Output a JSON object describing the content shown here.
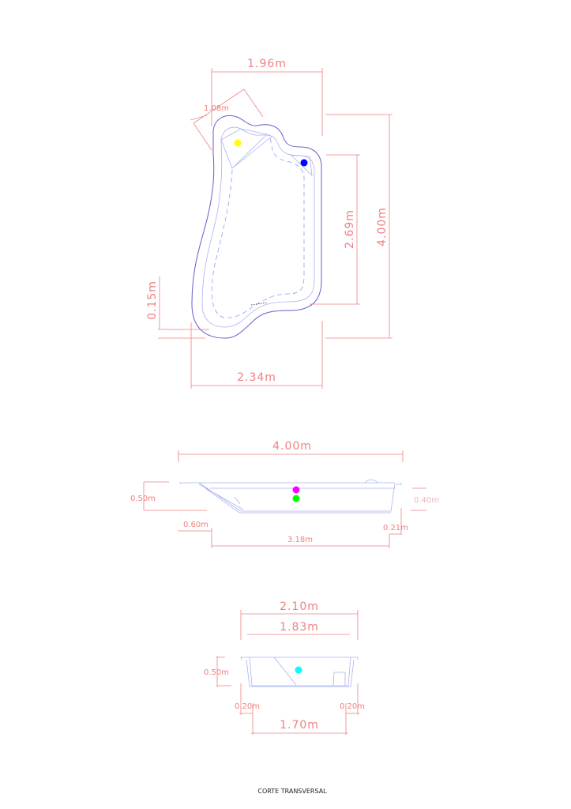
{
  "plan_view": {
    "width_top": "1.96m",
    "step_width": "1.08m",
    "length_total": "4.00m",
    "length_inner": "2.69m",
    "width_bottom": "2.34m",
    "offset": "0.15m"
  },
  "longitudinal_section": {
    "length": "4.00m",
    "depth": "0.50m",
    "water_depth": "0.40m",
    "slope_length": "0.60m",
    "floor_length": "3.18m",
    "edge": "0.21m"
  },
  "transverse_section": {
    "width_outer": "2.10m",
    "width_inner": "1.83m",
    "depth": "0.50m",
    "left_wall": "0.20m",
    "right_wall": "0.20m",
    "floor_width": "1.70m",
    "caption": "CORTE TRANSVERSAL"
  },
  "markers": {
    "yellow": "#ffff00",
    "blue": "#0000ff",
    "magenta": "#ff00ff",
    "green": "#00ff00",
    "cyan": "#00ffff"
  }
}
